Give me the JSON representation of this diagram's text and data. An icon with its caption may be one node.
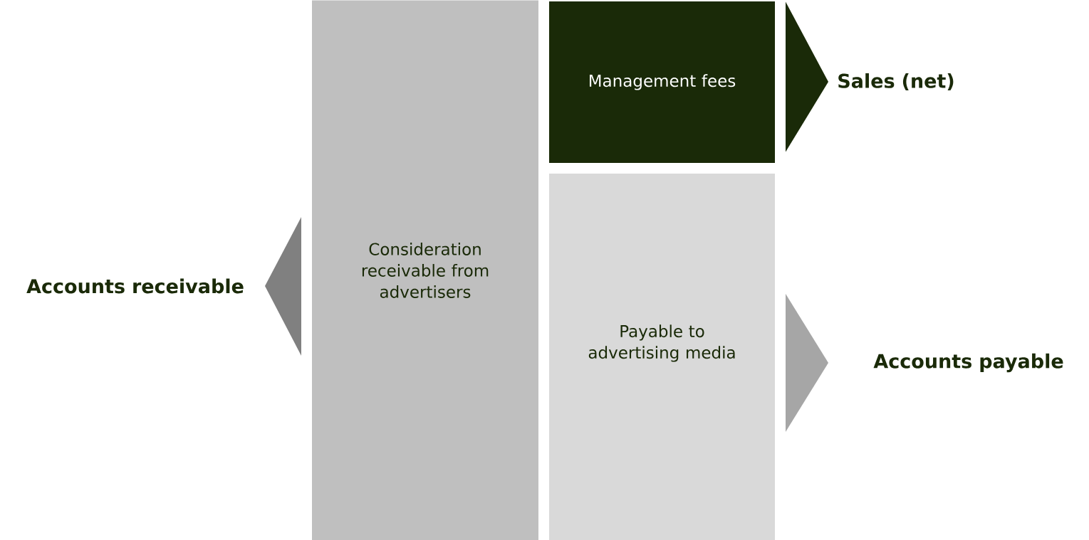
{
  "diagram": {
    "nodes": [
      {
        "text": [
          "Consideration receivable from advertisers"
        ]
      },
      {
        "text": [
          "Management fees"
        ]
      },
      {
        "text": [
          "Payable to advertising media"
        ]
      },
      {
        "text": [
          "Accounts receivable"
        ]
      },
      {
        "text": [
          "Sales (net)"
        ]
      },
      {
        "text": [
          "Accounts payable"
        ]
      }
    ],
    "edges": [
      {
        "from": 0,
        "to": 3,
        "arrow": "to",
        "color": "#808080"
      },
      {
        "from": 1,
        "to": 4,
        "arrow": "to",
        "color": "#1a2a08"
      },
      {
        "from": 2,
        "to": 5,
        "arrow": "to",
        "color": "#a6a6a6"
      }
    ]
  }
}
